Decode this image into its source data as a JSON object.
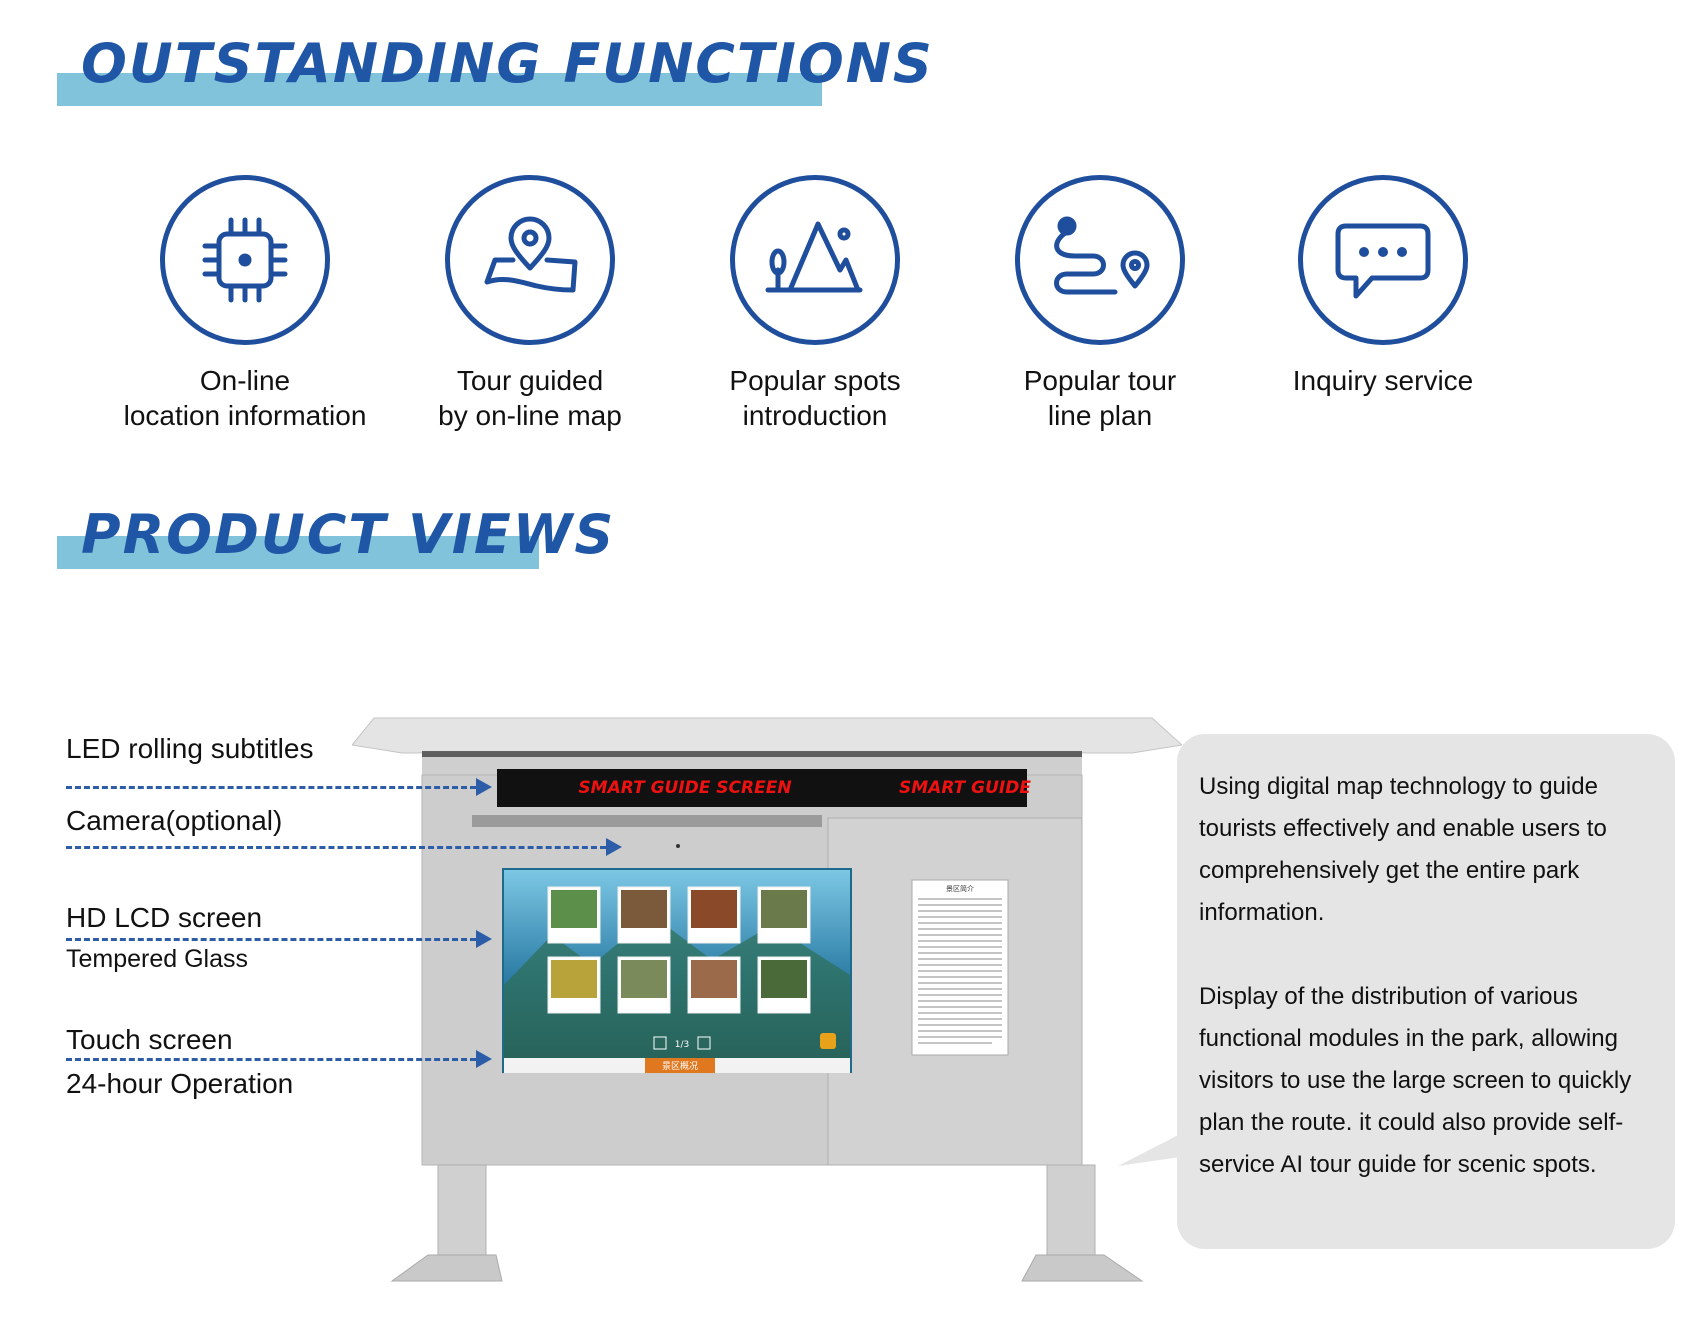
{
  "sections": {
    "functions_title": "OUTSTANDING FUNCTIONS",
    "views_title": "PRODUCT VIEWS"
  },
  "features": [
    {
      "icon": "chip-icon",
      "line1": "On-line",
      "line2": "location information"
    },
    {
      "icon": "map-pin-icon",
      "line1": "Tour guided",
      "line2": "by on-line map"
    },
    {
      "icon": "mountain-icon",
      "line1": "Popular spots",
      "line2": "introduction"
    },
    {
      "icon": "route-icon",
      "line1": "Popular tour",
      "line2": "line plan"
    },
    {
      "icon": "chat-bubble-icon",
      "line1": "Inquiry service",
      "line2": ""
    }
  ],
  "callouts": {
    "led": "LED rolling subtitles",
    "camera": "Camera(optional)",
    "hd_lcd": "HD LCD screen",
    "glass": "Tempered Glass",
    "touch": "Touch screen",
    "operation": "24-hour Operation"
  },
  "kiosk": {
    "led_text_1": "SMART GUIDE SCREEN",
    "led_text_2": "SMART GUIDE",
    "page_indicator": "1/3",
    "nav_active": "景区概况",
    "notice_title": "景区简介"
  },
  "bubble": {
    "para1": "Using digital map technology to guide tourists effectively and enable users to comprehensively get the entire park information.",
    "para2": "Display of the distribution of various functional modules in the park, allowing visitors to use the large screen to quickly plan the route. it could also provide self-service AI tour guide for scenic spots."
  },
  "colors": {
    "heading_blue": "#1f56a5",
    "heading_bar": "#82c3dc",
    "icon_blue": "#1f4e9d",
    "led_red": "#e11111",
    "bubble_bg": "#e5e5e5"
  }
}
